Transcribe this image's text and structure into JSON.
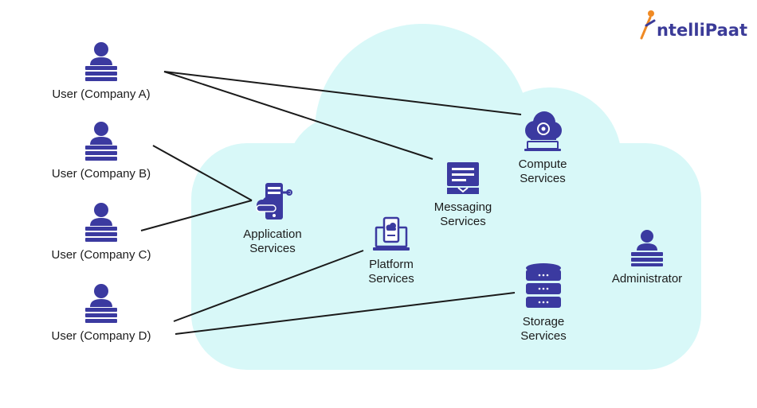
{
  "brand": {
    "name": "ntelliPaat"
  },
  "colors": {
    "icon": "#3b3aa0",
    "cloud": "#d8f8f8",
    "line": "#1a1a1a",
    "accent": "#f08a24"
  },
  "users": [
    {
      "label": "User (Company A)"
    },
    {
      "label": "User (Company B)"
    },
    {
      "label": "User (Company C)"
    },
    {
      "label": "User (Company D)"
    }
  ],
  "services": {
    "compute": {
      "label": "Compute\nServices",
      "icon": "cloud-gear-laptop-icon"
    },
    "messaging": {
      "label": "Messaging\nServices",
      "icon": "messaging-screen-icon"
    },
    "application": {
      "label": "Application\nServices",
      "icon": "mobile-app-icon"
    },
    "platform": {
      "label": "Platform\nServices",
      "icon": "platform-laptop-icon"
    },
    "storage": {
      "label": "Storage\nServices",
      "icon": "database-icon"
    }
  },
  "administrator": {
    "label": "Administrator",
    "icon": "person-laptop-icon"
  }
}
